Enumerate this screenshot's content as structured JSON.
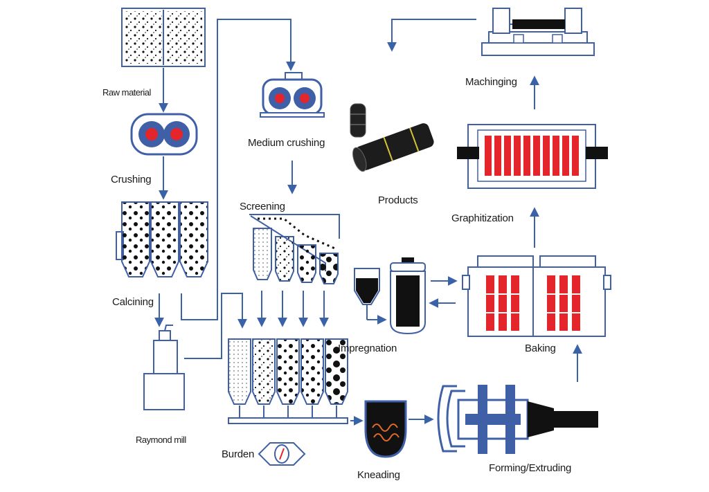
{
  "labels": {
    "raw_material": "Raw material",
    "crushing": "Crushing",
    "calcining": "Calcining",
    "raymond_mill": "Raymond mill",
    "burden": "Burden",
    "medium_crushing": "Medium crushing",
    "screening": "Screening",
    "products": "Products",
    "kneading": "Kneading",
    "forming_extruding": "Forming/Extruding",
    "impregnation": "Impregnation",
    "baking": "Baking",
    "graphitization": "Graphitization",
    "machining": "Machinging"
  },
  "colors": {
    "line": "#3a62a8",
    "equipment": "#3f5fa6",
    "heat": "#e4262c",
    "material": "#111111"
  }
}
